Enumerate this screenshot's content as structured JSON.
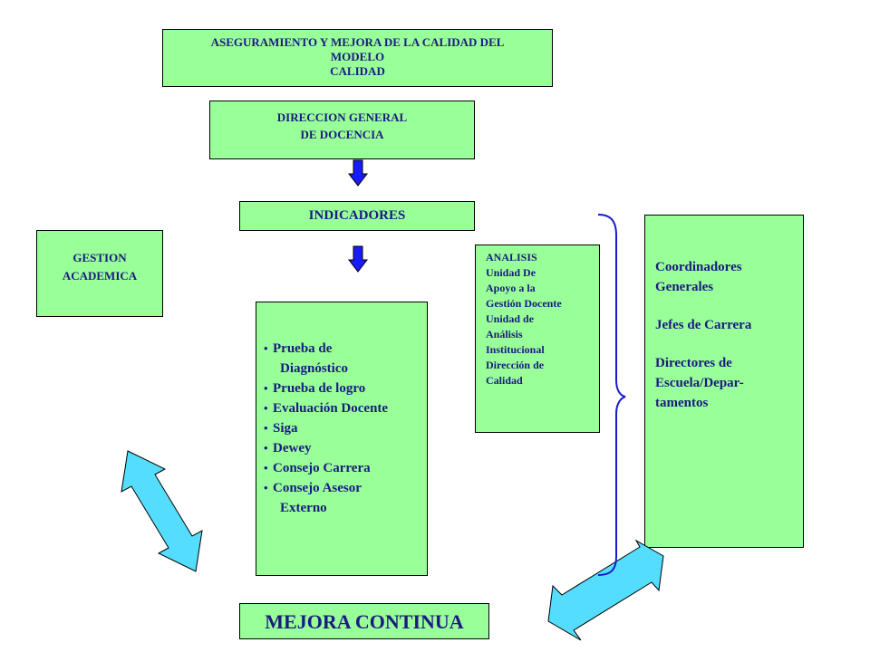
{
  "title_box": {
    "lines": [
      "ASEGURAMIENTO Y MEJORA DE LA CALIDAD DEL",
      "MODELO",
      "CALIDAD"
    ]
  },
  "direccion_box": {
    "lines": [
      "DIRECCION GENERAL",
      "DE DOCENCIA"
    ]
  },
  "indicadores_box": {
    "label": "INDICADORES"
  },
  "gestion_box": {
    "lines": [
      "GESTION",
      "ACADEMICA"
    ]
  },
  "instruments_box": {
    "items": [
      {
        "text": "Prueba de",
        "cont": "Diagnóstico"
      },
      {
        "text": "Prueba de logro"
      },
      {
        "text": "Evaluación Docente"
      },
      {
        "text": "Siga"
      },
      {
        "text": "Dewey"
      },
      {
        "text": "Consejo Carrera"
      },
      {
        "text": "Consejo Asesor",
        "cont": "Externo"
      }
    ]
  },
  "analisis_box": {
    "lines": [
      "ANALISIS",
      "Unidad De",
      "Apoyo a la",
      "Gestión Docente",
      "Unidad de",
      "Análisis",
      "Institucional",
      "Dirección de",
      "Calidad"
    ]
  },
  "coordinators_box": {
    "groups": [
      [
        "Coordinadores",
        "Generales"
      ],
      [
        "Jefes de Carrera"
      ],
      [
        "Directores de",
        "Escuela/Depar-",
        "tamentos"
      ]
    ]
  },
  "mejora_box": {
    "label": "MEJORA CONTINUA"
  },
  "colors": {
    "box_fill": "#99ff99",
    "box_text": "#1a1a80",
    "arrow_blue": "#1a1aff",
    "double_arrow": "#55ddff",
    "brace": "#1a1acc"
  }
}
